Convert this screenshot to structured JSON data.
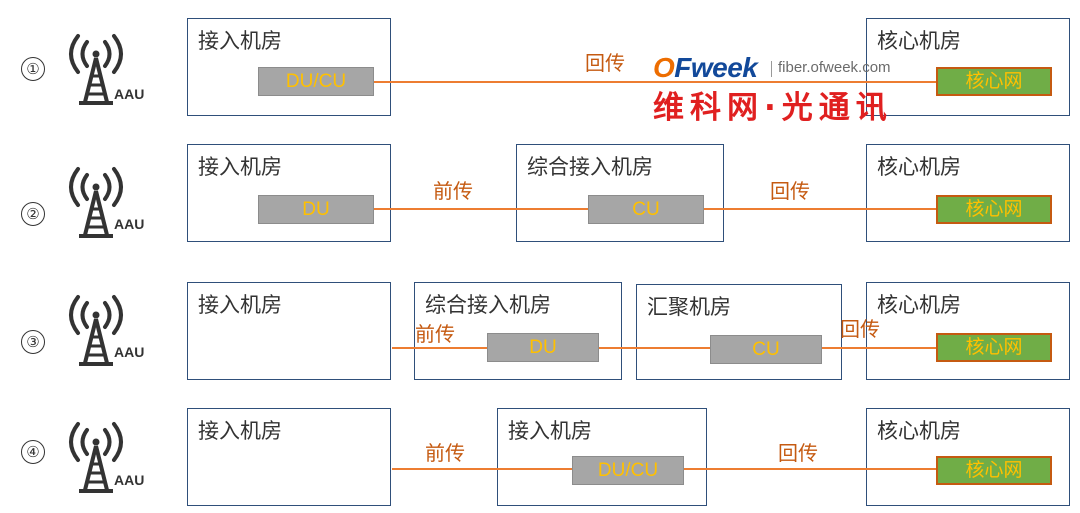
{
  "rows": [
    {
      "num": "①",
      "aau": "AAU",
      "boxes": [
        "接入机房",
        "核心机房"
      ],
      "nodes": [
        "DU/CU",
        "核心网"
      ],
      "labels": [
        "回传"
      ]
    },
    {
      "num": "②",
      "aau": "AAU",
      "boxes": [
        "接入机房",
        "综合接入机房",
        "核心机房"
      ],
      "nodes": [
        "DU",
        "CU",
        "核心网"
      ],
      "labels": [
        "前传",
        "回传"
      ]
    },
    {
      "num": "③",
      "aau": "AAU",
      "boxes": [
        "接入机房",
        "综合接入机房",
        "汇聚机房",
        "核心机房"
      ],
      "nodes": [
        "DU",
        "CU",
        "核心网"
      ],
      "labels": [
        "前传",
        "回传"
      ]
    },
    {
      "num": "④",
      "aau": "AAU",
      "boxes": [
        "接入机房",
        "接入机房",
        "核心机房"
      ],
      "nodes": [
        "DU/CU",
        "核心网"
      ],
      "labels": [
        "前传",
        "回传"
      ]
    }
  ],
  "watermark": {
    "brand_o": "O",
    "brand_rest": "Fweek",
    "site": "fiber.ofweek.com",
    "cn": "维科网·光通讯"
  },
  "colors": {
    "link": "#ed7d31",
    "label": "#c55a11",
    "node_text": "#ffc000",
    "node_gray": "#a6a6a6",
    "core_green": "#70ad47",
    "box_border": "#2f4f7a"
  }
}
